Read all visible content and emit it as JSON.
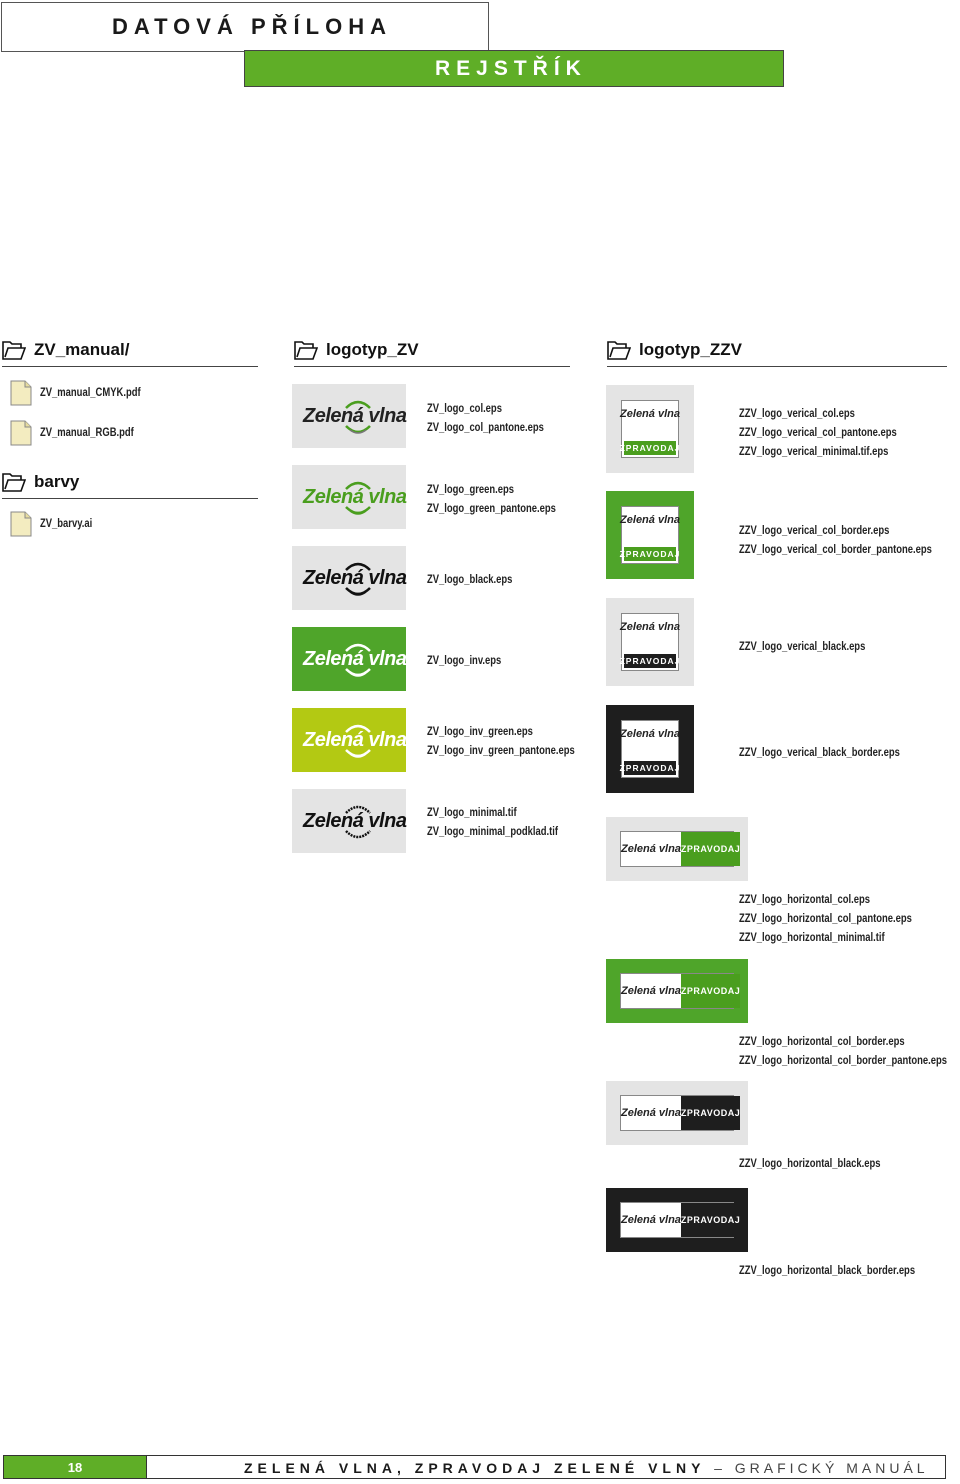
{
  "header": {
    "title": "DATOVÁ PŘÍLOHA",
    "section": "REJSTŘÍK"
  },
  "colors": {
    "brand_green": "#5fae27",
    "logo_green": "#4a9e1e",
    "lime": "#b3c913",
    "dark": "#1e1e1e",
    "box_gray": "#e4e4e4"
  },
  "sections": {
    "zv_manual": {
      "title": "ZV_manual/",
      "files": [
        "ZV_manual_CMYK.pdf",
        "ZV_manual_RGB.pdf"
      ]
    },
    "barvy": {
      "title": "barvy",
      "files": [
        "ZV_barvy.ai"
      ]
    },
    "logotyp_zv": {
      "title": "logotyp_ZV",
      "logo_word": "Zelená vlna",
      "entries": [
        {
          "files": [
            "ZV_logo_col.eps",
            "ZV_logo_col_pantone.eps"
          ]
        },
        {
          "files": [
            "ZV_logo_green.eps",
            "ZV_logo_green_pantone.eps"
          ]
        },
        {
          "files": [
            "ZV_logo_black.eps"
          ]
        },
        {
          "files": [
            "ZV_logo_inv.eps"
          ]
        },
        {
          "files": [
            "ZV_logo_inv_green.eps",
            "ZV_logo_inv_green_pantone.eps"
          ]
        },
        {
          "files": [
            "ZV_logo_minimal.tif",
            "ZV_logo_minimal_podklad.tif"
          ]
        }
      ]
    },
    "logotyp_zzv": {
      "title": "logotyp_ZZV",
      "logo_word": "Zelená vlna",
      "band_word": "ZPRAVODAJ",
      "entries": [
        {
          "files": [
            "ZZV_logo_verical_col.eps",
            "ZZV_logo_verical_col_pantone.eps",
            "ZZV_logo_verical_minimal.tif.eps"
          ]
        },
        {
          "files": [
            "ZZV_logo_verical_col_border.eps",
            "ZZV_logo_verical_col_border_pantone.eps"
          ]
        },
        {
          "files": [
            "ZZV_logo_verical_black.eps"
          ]
        },
        {
          "files": [
            "ZZV_logo_verical_black_border.eps"
          ]
        },
        {
          "files": [
            "ZZV_logo_horizontal_col.eps",
            "ZZV_logo_horizontal_col_pantone.eps",
            "ZZV_logo_horizontal_minimal.tif"
          ]
        },
        {
          "files": [
            "ZZV_logo_horizontal_col_border.eps",
            "ZZV_logo_horizontal_col_border_pantone.eps"
          ]
        },
        {
          "files": [
            "ZZV_logo_horizontal_black.eps"
          ]
        },
        {
          "files": [
            "ZZV_logo_horizontal_black_border.eps"
          ]
        }
      ]
    }
  },
  "footer": {
    "page_number": "18",
    "title_bold": "ZELENÁ VLNA, ZPRAVODAJ ZELENÉ VLNY",
    "dash": "–",
    "title_light": "GRAFICKÝ MANUÁL"
  }
}
